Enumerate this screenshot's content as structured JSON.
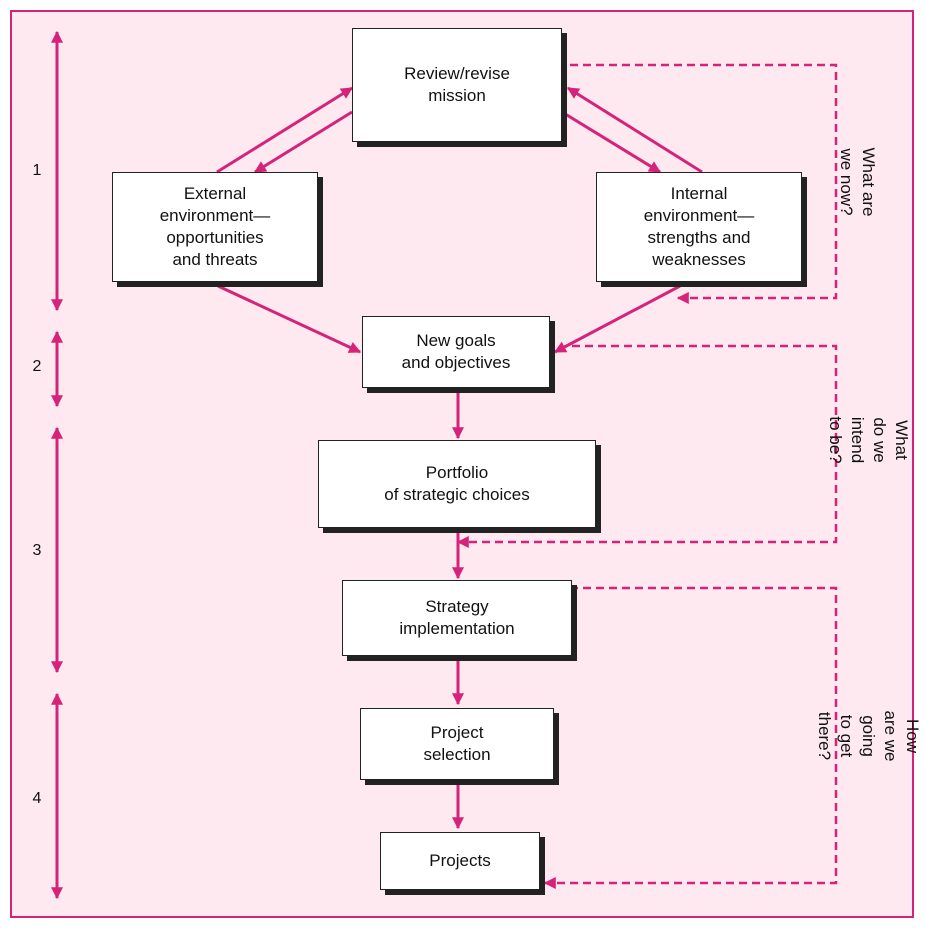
{
  "colors": {
    "accent": "#d6237a",
    "background": "#fde9ef",
    "box_border": "#222222"
  },
  "boxes": {
    "review_mission": "Review/revise\nmission",
    "external_environment": "External\nenvironment—\nopportunities\nand threats",
    "internal_environment": "Internal\nenvironment—\nstrengths and\nweaknesses",
    "new_goals": "New goals\nand objectives",
    "portfolio": "Portfolio\nof strategic choices",
    "strategy_implementation": "Strategy\nimplementation",
    "project_selection": "Project\nselection",
    "projects": "Projects"
  },
  "stages": [
    "1",
    "2",
    "3",
    "4"
  ],
  "questions": {
    "what_are_we_now": "What are we now?",
    "what_do_we_intend": "What do we\nintend to be?",
    "how_getting_there": "How are we going\nto get there?"
  }
}
